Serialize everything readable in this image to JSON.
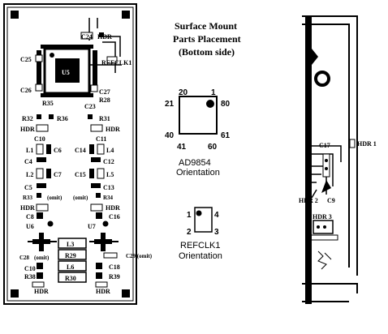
{
  "title": {
    "line1": "Surface Mount",
    "line2": "Parts Placement",
    "line3": "(Bottom side)"
  },
  "left_board": {
    "labels": {
      "c24": "C24",
      "hdr_top": "HDR",
      "refclk1": "REFCLK1",
      "c25": "C25",
      "u5": "U5",
      "c26": "C26",
      "c27": "C27",
      "r28": "R28",
      "r35": "R35",
      "c23": "C23",
      "r32": "R32",
      "r36": "R36",
      "r31": "R31",
      "hdr_l1": "HDR",
      "hdr_r1": "HDR",
      "c10": "C10",
      "c11": "C11",
      "l1": "L1",
      "c6": "C6",
      "c14": "C14",
      "l4": "L4",
      "c4": "C4",
      "c12": "C12",
      "l2": "L2",
      "c7": "C7",
      "c15": "C15",
      "l5": "L5",
      "c5": "C5",
      "c13": "C13",
      "r33": "R33",
      "omit1": "(omit)",
      "omit2": "(omit)",
      "r34": "R34",
      "hdr_l2": "HDR",
      "hdr_r2": "HDR",
      "c8": "C8",
      "c16": "C16",
      "u6": "U6",
      "u7": "U7",
      "l3": "L3",
      "r29": "R29",
      "c29": "C29 (omit)",
      "c28": "C28",
      "omit3": "(omit)",
      "l6": "L6",
      "c18": "C18",
      "c10b": "C10",
      "r38": "R38",
      "r30": "R30",
      "r39": "R39",
      "hdr_l3": "HDR",
      "hdr_r3": "HDR"
    }
  },
  "ad9854": {
    "pins": {
      "p20": "20",
      "p1": "1",
      "p21": "21",
      "p80": "80",
      "p40": "40",
      "p61": "61",
      "p41": "41",
      "p60": "60"
    },
    "caption1": "AD9854",
    "caption2": "Orientation"
  },
  "refclk": {
    "pins": {
      "p1": "1",
      "p4": "4",
      "p2": "2",
      "p3": "3"
    },
    "caption1": "REFCLK1",
    "caption2": "Orientation"
  },
  "right_board": {
    "labels": {
      "hdr1": "HDR 1",
      "c17": "C17",
      "hdr2": "HDR 2",
      "c9": "C9",
      "hdr3": "HDR 3"
    }
  }
}
